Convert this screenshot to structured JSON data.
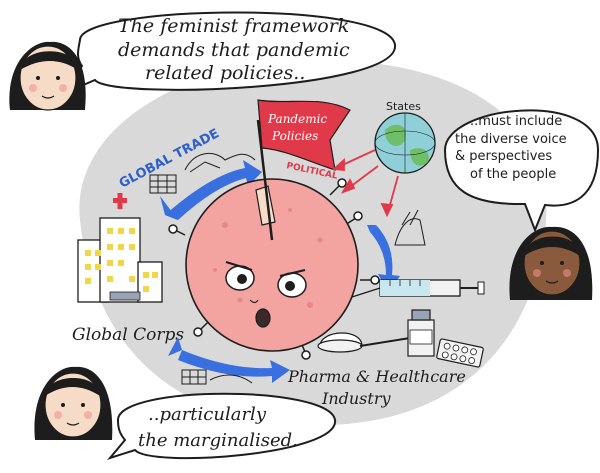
{
  "bubbles": {
    "top": {
      "lines": [
        "The feminist framework",
        "demands that pandemic",
        "related policies.."
      ]
    },
    "right": {
      "lines": [
        "..must include",
        "the diverse voice",
        "& perspectives",
        "of the people"
      ]
    },
    "bottom": {
      "lines": [
        "..particularly",
        "the marginalised."
      ]
    }
  },
  "labels": {
    "flag": [
      "Pandemic",
      "Policies"
    ],
    "states": "States",
    "political": "POLITICAL",
    "global_trade": "GLOBAL TRADE",
    "global_corps": "Global Corps",
    "pharma": [
      "Pharma & Healthcare",
      "Industry"
    ]
  },
  "colors": {
    "virus": "#f3a3a0",
    "background_blob": "#d9d9d9",
    "flag": "#e0394a",
    "arrows_blue": "#3a6fe0",
    "arrows_red": "#e0394a",
    "building": "#f2d64a",
    "cross": "#e0394a"
  }
}
